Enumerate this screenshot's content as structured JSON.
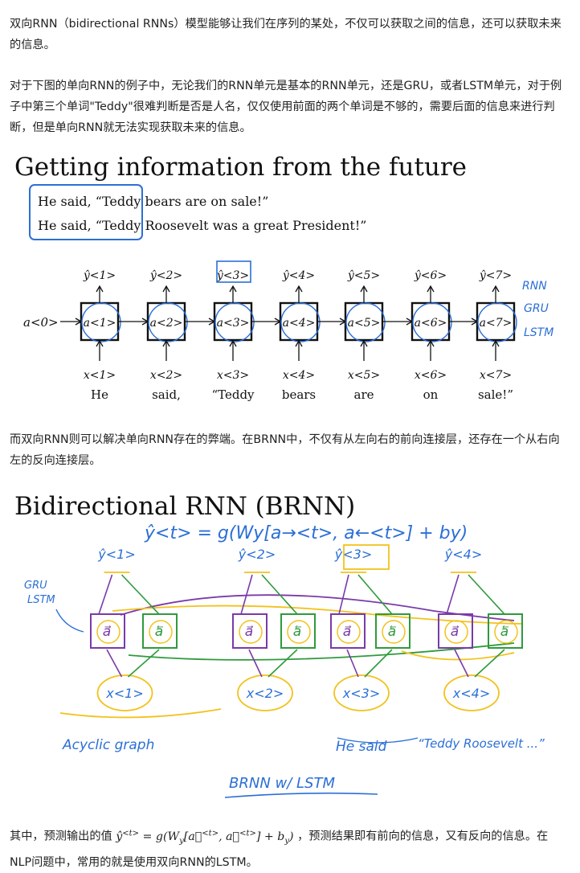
{
  "paragraphs": {
    "p1": "双向RNN（bidirectional RNNs）模型能够让我们在序列的某处，不仅可以获取之间的信息，还可以获取未来的信息。",
    "p2": "对于下图的单向RNN的例子中，无论我们的RNN单元是基本的RNN单元，还是GRU，或者LSTM单元，对于例子中第三个单词\"Teddy\"很难判断是否是人名，仅仅使用前面的两个单词是不够的，需要后面的信息来进行判断，但是单向RNN就无法实现获取未来的信息。",
    "p3": "而双向RNN则可以解决单向RNN存在的弊端。在BRNN中，不仅有从左向右的前向连接层，还存在一个从右向左的反向连接层。",
    "p4_prefix": "其中，预测输出的值",
    "p4_suffix": "，预测结果即有前向的信息，又有反向的信息。在NLP问题中，常用的就是使用双向RNN的LSTM。"
  },
  "figure1": {
    "title": "Getting information from the future",
    "sentence1": "He said, “Teddy bears are on sale!”",
    "sentence2": "He said, “Teddy Roosevelt was a great President!”",
    "a0": "a<0>",
    "outputs": [
      "ŷ<1>",
      "ŷ<2>",
      "ŷ<3>",
      "ŷ<4>",
      "ŷ<5>",
      "ŷ<6>",
      "ŷ<7>"
    ],
    "cells": [
      "a<1>",
      "a<2>",
      "a<3>",
      "a<4>",
      "a<5>",
      "a<6>",
      "a<7>"
    ],
    "inputs": [
      "x<1>",
      "x<2>",
      "x<3>",
      "x<4>",
      "x<5>",
      "x<6>",
      "x<7>"
    ],
    "words": [
      "He",
      "said,",
      "“Teddy",
      "bears",
      "are",
      "on",
      "sale!”"
    ],
    "handwritten": [
      "RNN",
      "GRU",
      "LSTM"
    ]
  },
  "figure2": {
    "title": "Bidirectional RNN (BRNN)",
    "formula": "ŷ<t> = g(Wy[a→<t>, a←<t>] + by)",
    "outputs": [
      "ŷ<1>",
      "ŷ<2>",
      "ŷ<3>",
      "ŷ<4>"
    ],
    "inputs": [
      "x<1>",
      "x<2>",
      "x<3>",
      "x<4>"
    ],
    "side_note": [
      "GRU",
      "LSTM"
    ],
    "bottom_notes": {
      "acyclic": "Acyclic graph",
      "he_said": "He said",
      "teddy": "“Teddy Roosevelt ...”",
      "brnn": "BRNN w/ LSTM"
    }
  },
  "colors": {
    "blue": "#2b6fd6",
    "purple": "#7a3aa8",
    "green": "#2f9a3c",
    "yellow": "#f2c21b",
    "text": "#222222"
  }
}
